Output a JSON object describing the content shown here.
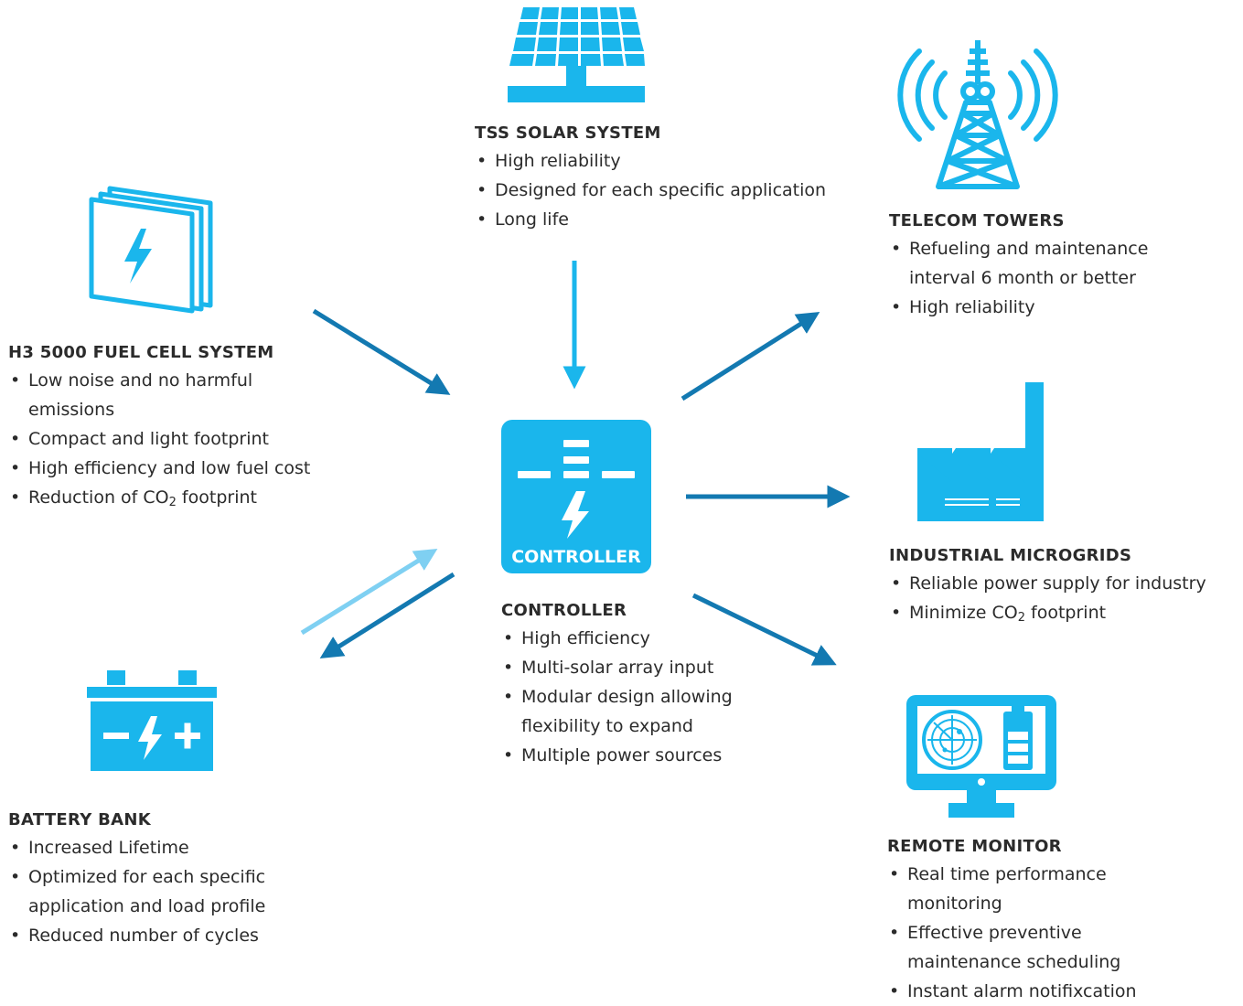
{
  "colors": {
    "accent": "#1ab6ec",
    "arrow_dark": "#1379b1",
    "arrow_light": "#7fd0f2",
    "text": "#2b2b2b"
  },
  "icons": [
    "solar-panel-icon",
    "fuel-cell-icon",
    "telecom-tower-icon",
    "factory-icon",
    "battery-icon",
    "monitor-radar-icon",
    "controller-icon"
  ],
  "solar": {
    "title": "TSS SOLAR SYSTEM",
    "items": [
      "High reliability",
      "Designed for each specific application",
      "Long life"
    ]
  },
  "fuel_cell": {
    "title": "H3 5000 FUEL CELL SYSTEM",
    "items": [
      "Low noise and no harmful emissions",
      "Compact and light footprint",
      "High efficiency and low fuel cost"
    ],
    "item4_pre": "Reduction of CO",
    "item4_sub": "2",
    "item4_post": " footprint"
  },
  "controller": {
    "icon_label": "CONTROLLER",
    "title": "CONTROLLER",
    "items": [
      "High efficiency",
      "Multi-solar array input",
      "Modular design allowing flexibility to expand",
      "Multiple power sources"
    ]
  },
  "telecom": {
    "title": "TELECOM TOWERS",
    "items": [
      "Refueling and maintenance interval 6 month or better",
      "High reliability"
    ]
  },
  "industrial": {
    "title": "INDUSTRIAL MICROGRIDS",
    "item1": "Reliable power supply for industry",
    "item2_pre": "Minimize CO",
    "item2_sub": "2",
    "item2_post": " footprint"
  },
  "battery": {
    "title": "BATTERY BANK",
    "items": [
      "Increased Lifetime",
      "Optimized for each specific application and load profile",
      "Reduced number of cycles"
    ]
  },
  "monitor": {
    "title": "REMOTE MONITOR",
    "items": [
      "Real time performance monitoring",
      "Effective preventive maintenance scheduling",
      "Instant alarm notifixcation"
    ]
  }
}
